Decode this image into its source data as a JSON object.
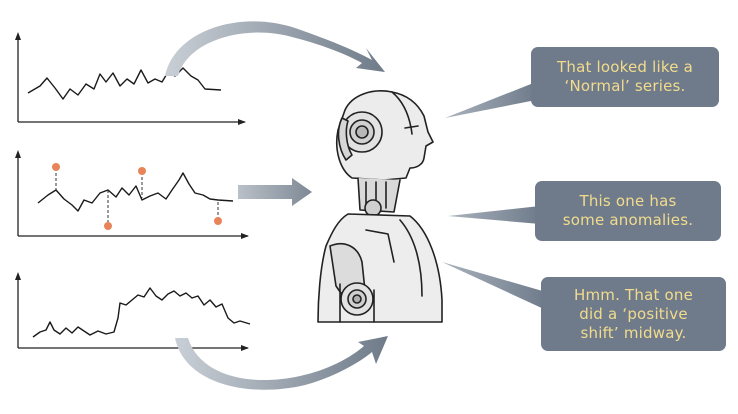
{
  "bubbles": [
    {
      "lines": [
        "That looked like a",
        "‘Normal’ series."
      ]
    },
    {
      "lines": [
        "This one has",
        "some anomalies."
      ]
    },
    {
      "lines": [
        "Hmm. That one",
        "did a ‘positive",
        "shift’ midway."
      ]
    }
  ],
  "colors": {
    "bubble_fill": "#6f7b8b",
    "bubble_text": "#f2dc8c",
    "anomaly_dot": "#e8845a",
    "arrow": "#7f8a96",
    "line": "#1a1a1a",
    "robot_outline": "#222222"
  },
  "icons": [
    "robot-icon",
    "curved-arrow-icon",
    "straight-arrow-icon"
  ]
}
